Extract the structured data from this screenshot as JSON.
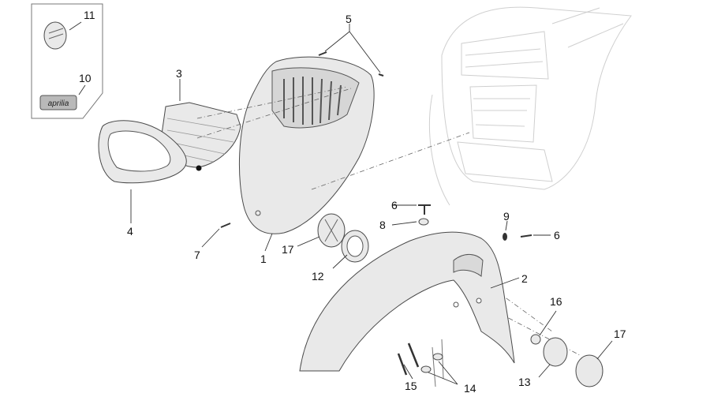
{
  "callouts": [
    {
      "id": "c11",
      "label": "11"
    },
    {
      "id": "c10",
      "label": "10"
    },
    {
      "id": "c3",
      "label": "3"
    },
    {
      "id": "c5",
      "label": "5"
    },
    {
      "id": "c4",
      "label": "4"
    },
    {
      "id": "c7",
      "label": "7"
    },
    {
      "id": "c1",
      "label": "1"
    },
    {
      "id": "c17a",
      "label": "17"
    },
    {
      "id": "c12",
      "label": "12"
    },
    {
      "id": "c6a",
      "label": "6"
    },
    {
      "id": "c8",
      "label": "8"
    },
    {
      "id": "c9",
      "label": "9"
    },
    {
      "id": "c6b",
      "label": "6"
    },
    {
      "id": "c2",
      "label": "2"
    },
    {
      "id": "c16",
      "label": "16"
    },
    {
      "id": "c17b",
      "label": "17"
    },
    {
      "id": "c13",
      "label": "13"
    },
    {
      "id": "c15",
      "label": "15"
    },
    {
      "id": "c14",
      "label": "14"
    }
  ],
  "badge_text": "aprilia",
  "colors": {
    "line": "#4a4a4a",
    "fill": "#e9e9e9",
    "ghost": "#cfcfcf"
  }
}
